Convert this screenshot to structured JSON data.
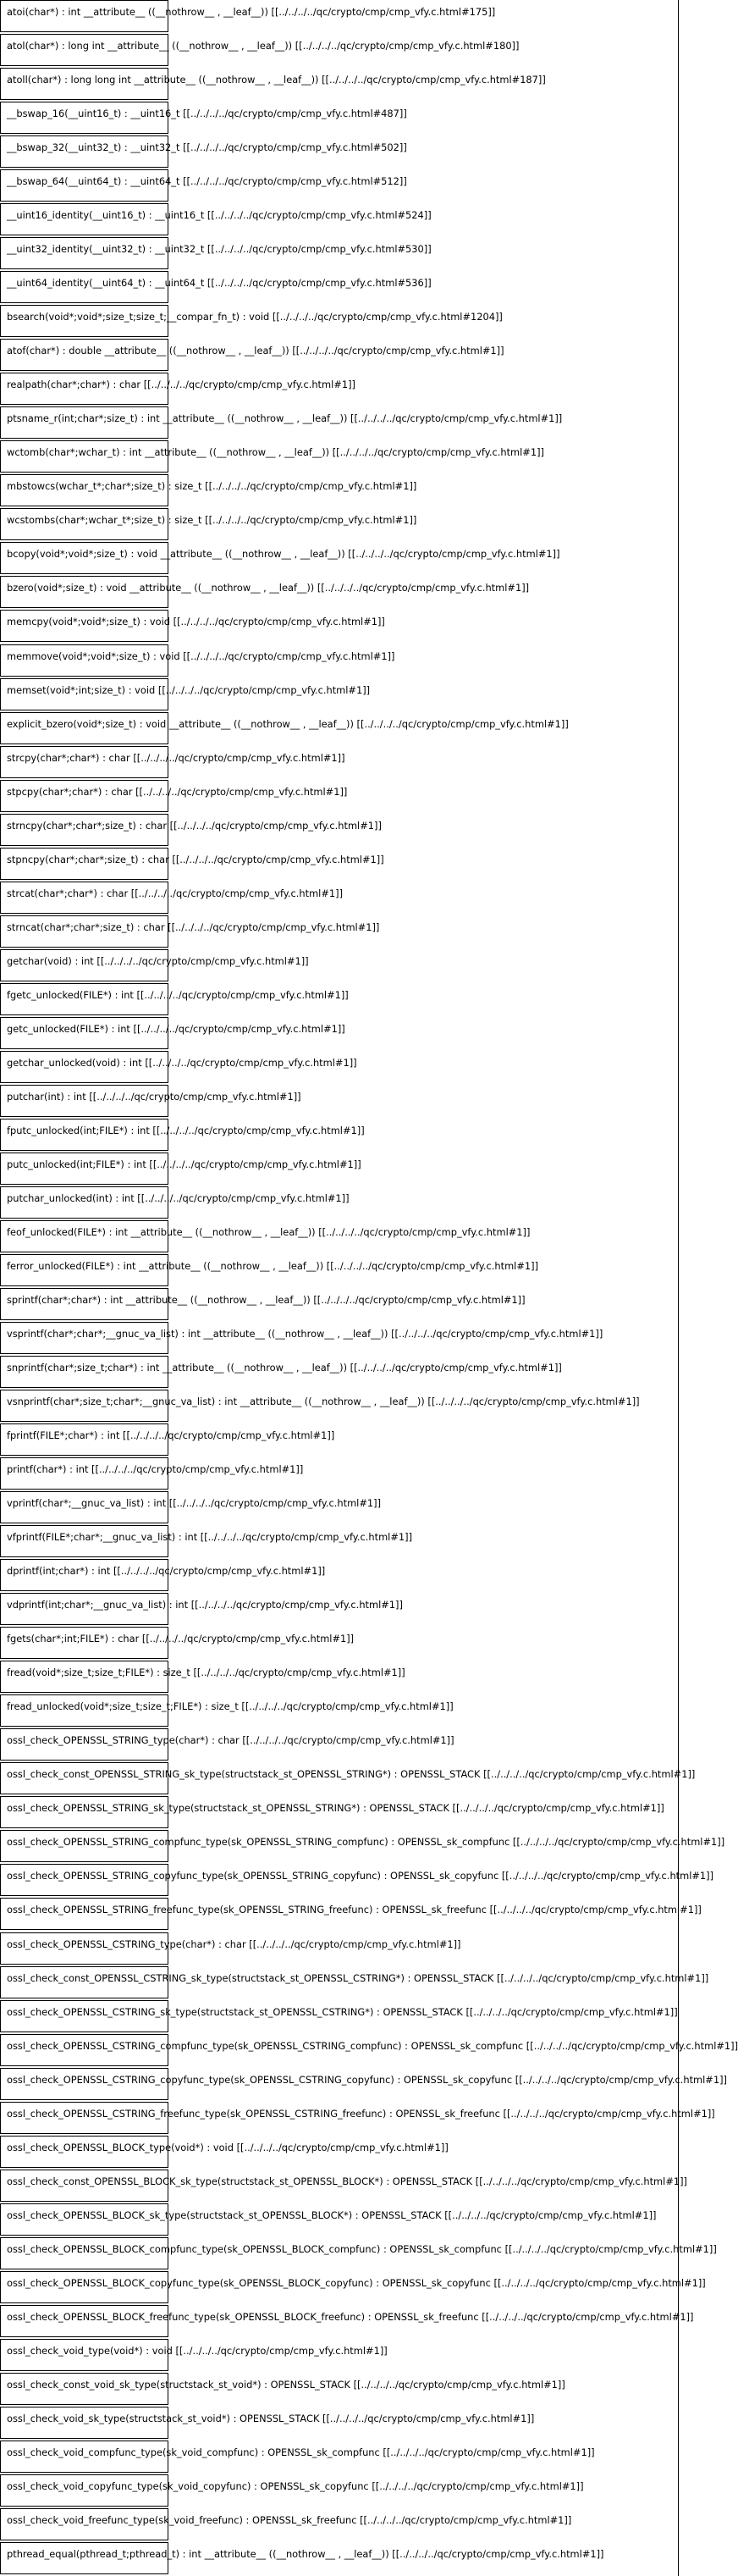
{
  "entries": [
    "atoi(char*) : int __attribute__ ((__nothrow__ , __leaf__)) [[../../../../qc/crypto/cmp/cmp_vfy.c.html#175]]",
    "atol(char*) : long int __attribute__ ((__nothrow__ , __leaf__)) [[../../../../qc/crypto/cmp/cmp_vfy.c.html#180]]",
    "atoll(char*) : long long int __attribute__ ((__nothrow__ , __leaf__)) [[../../../../qc/crypto/cmp/cmp_vfy.c.html#187]]",
    "__bswap_16(__uint16_t) : __uint16_t [[../../../../qc/crypto/cmp/cmp_vfy.c.html#487]]",
    "__bswap_32(__uint32_t) : __uint32_t [[../../../../qc/crypto/cmp/cmp_vfy.c.html#502]]",
    "__bswap_64(__uint64_t) : __uint64_t [[../../../../qc/crypto/cmp/cmp_vfy.c.html#512]]",
    "__uint16_identity(__uint16_t) : __uint16_t [[../../../../qc/crypto/cmp/cmp_vfy.c.html#524]]",
    "__uint32_identity(__uint32_t) : __uint32_t [[../../../../qc/crypto/cmp/cmp_vfy.c.html#530]]",
    "__uint64_identity(__uint64_t) : __uint64_t [[../../../../qc/crypto/cmp/cmp_vfy.c.html#536]]",
    "bsearch(void*;void*;size_t;size_t;__compar_fn_t) : void [[../../../../qc/crypto/cmp/cmp_vfy.c.html#1204]]",
    "atof(char*) : double __attribute__ ((__nothrow__ , __leaf__)) [[../../../../qc/crypto/cmp/cmp_vfy.c.html#1]]",
    "realpath(char*;char*) : char [[../../../../qc/crypto/cmp/cmp_vfy.c.html#1]]",
    "ptsname_r(int;char*;size_t) : int __attribute__ ((__nothrow__ , __leaf__)) [[../../../../qc/crypto/cmp/cmp_vfy.c.html#1]]",
    "wctomb(char*;wchar_t) : int __attribute__ ((__nothrow__ , __leaf__)) [[../../../../qc/crypto/cmp/cmp_vfy.c.html#1]]",
    "mbstowcs(wchar_t*;char*;size_t) : size_t [[../../../../qc/crypto/cmp/cmp_vfy.c.html#1]]",
    "wcstombs(char*;wchar_t*;size_t) : size_t [[../../../../qc/crypto/cmp/cmp_vfy.c.html#1]]",
    "bcopy(void*;void*;size_t) : void __attribute__ ((__nothrow__ , __leaf__)) [[../../../../qc/crypto/cmp/cmp_vfy.c.html#1]]",
    "bzero(void*;size_t) : void __attribute__ ((__nothrow__ , __leaf__)) [[../../../../qc/crypto/cmp/cmp_vfy.c.html#1]]",
    "memcpy(void*;void*;size_t) : void [[../../../../qc/crypto/cmp/cmp_vfy.c.html#1]]",
    "memmove(void*;void*;size_t) : void [[../../../../qc/crypto/cmp/cmp_vfy.c.html#1]]",
    "memset(void*;int;size_t) : void [[../../../../qc/crypto/cmp/cmp_vfy.c.html#1]]",
    "explicit_bzero(void*;size_t) : void __attribute__ ((__nothrow__ , __leaf__)) [[../../../../qc/crypto/cmp/cmp_vfy.c.html#1]]",
    "strcpy(char*;char*) : char [[../../../../qc/crypto/cmp/cmp_vfy.c.html#1]]",
    "stpcpy(char*;char*) : char [[../../../../qc/crypto/cmp/cmp_vfy.c.html#1]]",
    "strncpy(char*;char*;size_t) : char [[../../../../qc/crypto/cmp/cmp_vfy.c.html#1]]",
    "stpncpy(char*;char*;size_t) : char [[../../../../qc/crypto/cmp/cmp_vfy.c.html#1]]",
    "strcat(char*;char*) : char [[../../../../qc/crypto/cmp/cmp_vfy.c.html#1]]",
    "strncat(char*;char*;size_t) : char [[../../../../qc/crypto/cmp/cmp_vfy.c.html#1]]",
    "getchar(void) : int [[../../../../qc/crypto/cmp/cmp_vfy.c.html#1]]",
    "fgetc_unlocked(FILE*) : int [[../../../../qc/crypto/cmp/cmp_vfy.c.html#1]]",
    "getc_unlocked(FILE*) : int [[../../../../qc/crypto/cmp/cmp_vfy.c.html#1]]",
    "getchar_unlocked(void) : int [[../../../../qc/crypto/cmp/cmp_vfy.c.html#1]]",
    "putchar(int) : int [[../../../../qc/crypto/cmp/cmp_vfy.c.html#1]]",
    "fputc_unlocked(int;FILE*) : int [[../../../../qc/crypto/cmp/cmp_vfy.c.html#1]]",
    "putc_unlocked(int;FILE*) : int [[../../../../qc/crypto/cmp/cmp_vfy.c.html#1]]",
    "putchar_unlocked(int) : int [[../../../../qc/crypto/cmp/cmp_vfy.c.html#1]]",
    "feof_unlocked(FILE*) : int __attribute__ ((__nothrow__ , __leaf__)) [[../../../../qc/crypto/cmp/cmp_vfy.c.html#1]]",
    "ferror_unlocked(FILE*) : int __attribute__ ((__nothrow__ , __leaf__)) [[../../../../qc/crypto/cmp/cmp_vfy.c.html#1]]",
    "sprintf(char*;char*) : int __attribute__ ((__nothrow__ , __leaf__)) [[../../../../qc/crypto/cmp/cmp_vfy.c.html#1]]",
    "vsprintf(char*;char*;__gnuc_va_list) : int __attribute__ ((__nothrow__ , __leaf__)) [[../../../../qc/crypto/cmp/cmp_vfy.c.html#1]]",
    "snprintf(char*;size_t;char*) : int __attribute__ ((__nothrow__ , __leaf__)) [[../../../../qc/crypto/cmp/cmp_vfy.c.html#1]]",
    "vsnprintf(char*;size_t;char*;__gnuc_va_list) : int __attribute__ ((__nothrow__ , __leaf__)) [[../../../../qc/crypto/cmp/cmp_vfy.c.html#1]]",
    "fprintf(FILE*;char*) : int [[../../../../qc/crypto/cmp/cmp_vfy.c.html#1]]",
    "printf(char*) : int [[../../../../qc/crypto/cmp/cmp_vfy.c.html#1]]",
    "vprintf(char*;__gnuc_va_list) : int [[../../../../qc/crypto/cmp/cmp_vfy.c.html#1]]",
    "vfprintf(FILE*;char*;__gnuc_va_list) : int [[../../../../qc/crypto/cmp/cmp_vfy.c.html#1]]",
    "dprintf(int;char*) : int [[../../../../qc/crypto/cmp/cmp_vfy.c.html#1]]",
    "vdprintf(int;char*;__gnuc_va_list) : int [[../../../../qc/crypto/cmp/cmp_vfy.c.html#1]]",
    "fgets(char*;int;FILE*) : char [[../../../../qc/crypto/cmp/cmp_vfy.c.html#1]]",
    "fread(void*;size_t;size_t;FILE*) : size_t [[../../../../qc/crypto/cmp/cmp_vfy.c.html#1]]",
    "fread_unlocked(void*;size_t;size_t;FILE*) : size_t [[../../../../qc/crypto/cmp/cmp_vfy.c.html#1]]",
    "ossl_check_OPENSSL_STRING_type(char*) : char [[../../../../qc/crypto/cmp/cmp_vfy.c.html#1]]",
    "ossl_check_const_OPENSSL_STRING_sk_type(structstack_st_OPENSSL_STRING*) : OPENSSL_STACK [[../../../../qc/crypto/cmp/cmp_vfy.c.html#1]]",
    "ossl_check_OPENSSL_STRING_sk_type(structstack_st_OPENSSL_STRING*) : OPENSSL_STACK [[../../../../qc/crypto/cmp/cmp_vfy.c.html#1]]",
    "ossl_check_OPENSSL_STRING_compfunc_type(sk_OPENSSL_STRING_compfunc) : OPENSSL_sk_compfunc [[../../../../qc/crypto/cmp/cmp_vfy.c.html#1]]",
    "ossl_check_OPENSSL_STRING_copyfunc_type(sk_OPENSSL_STRING_copyfunc) : OPENSSL_sk_copyfunc [[../../../../qc/crypto/cmp/cmp_vfy.c.html#1]]",
    "ossl_check_OPENSSL_STRING_freefunc_type(sk_OPENSSL_STRING_freefunc) : OPENSSL_sk_freefunc [[../../../../qc/crypto/cmp/cmp_vfy.c.html#1]]",
    "ossl_check_OPENSSL_CSTRING_type(char*) : char [[../../../../qc/crypto/cmp/cmp_vfy.c.html#1]]",
    "ossl_check_const_OPENSSL_CSTRING_sk_type(structstack_st_OPENSSL_CSTRING*) : OPENSSL_STACK [[../../../../qc/crypto/cmp/cmp_vfy.c.html#1]]",
    "ossl_check_OPENSSL_CSTRING_sk_type(structstack_st_OPENSSL_CSTRING*) : OPENSSL_STACK [[../../../../qc/crypto/cmp/cmp_vfy.c.html#1]]",
    "ossl_check_OPENSSL_CSTRING_compfunc_type(sk_OPENSSL_CSTRING_compfunc) : OPENSSL_sk_compfunc [[../../../../qc/crypto/cmp/cmp_vfy.c.html#1]]",
    "ossl_check_OPENSSL_CSTRING_copyfunc_type(sk_OPENSSL_CSTRING_copyfunc) : OPENSSL_sk_copyfunc [[../../../../qc/crypto/cmp/cmp_vfy.c.html#1]]",
    "ossl_check_OPENSSL_CSTRING_freefunc_type(sk_OPENSSL_CSTRING_freefunc) : OPENSSL_sk_freefunc [[../../../../qc/crypto/cmp/cmp_vfy.c.html#1]]",
    "ossl_check_OPENSSL_BLOCK_type(void*) : void [[../../../../qc/crypto/cmp/cmp_vfy.c.html#1]]",
    "ossl_check_const_OPENSSL_BLOCK_sk_type(structstack_st_OPENSSL_BLOCK*) : OPENSSL_STACK [[../../../../qc/crypto/cmp/cmp_vfy.c.html#1]]",
    "ossl_check_OPENSSL_BLOCK_sk_type(structstack_st_OPENSSL_BLOCK*) : OPENSSL_STACK [[../../../../qc/crypto/cmp/cmp_vfy.c.html#1]]",
    "ossl_check_OPENSSL_BLOCK_compfunc_type(sk_OPENSSL_BLOCK_compfunc) : OPENSSL_sk_compfunc [[../../../../qc/crypto/cmp/cmp_vfy.c.html#1]]",
    "ossl_check_OPENSSL_BLOCK_copyfunc_type(sk_OPENSSL_BLOCK_copyfunc) : OPENSSL_sk_copyfunc [[../../../../qc/crypto/cmp/cmp_vfy.c.html#1]]",
    "ossl_check_OPENSSL_BLOCK_freefunc_type(sk_OPENSSL_BLOCK_freefunc) : OPENSSL_sk_freefunc [[../../../../qc/crypto/cmp/cmp_vfy.c.html#1]]",
    "ossl_check_void_type(void*) : void [[../../../../qc/crypto/cmp/cmp_vfy.c.html#1]]",
    "ossl_check_const_void_sk_type(structstack_st_void*) : OPENSSL_STACK [[../../../../qc/crypto/cmp/cmp_vfy.c.html#1]]",
    "ossl_check_void_sk_type(structstack_st_void*) : OPENSSL_STACK [[../../../../qc/crypto/cmp/cmp_vfy.c.html#1]]",
    "ossl_check_void_compfunc_type(sk_void_compfunc) : OPENSSL_sk_compfunc [[../../../../qc/crypto/cmp/cmp_vfy.c.html#1]]",
    "ossl_check_void_copyfunc_type(sk_void_copyfunc) : OPENSSL_sk_copyfunc [[../../../../qc/crypto/cmp/cmp_vfy.c.html#1]]",
    "ossl_check_void_freefunc_type(sk_void_freefunc) : OPENSSL_sk_freefunc [[../../../../qc/crypto/cmp/cmp_vfy.c.html#1]]",
    "pthread_equal(pthread_t;pthread_t) : int __attribute__ ((__nothrow__ , __leaf__)) [[../../../../qc/crypto/cmp/cmp_vfy.c.html#1]]"
  ]
}
